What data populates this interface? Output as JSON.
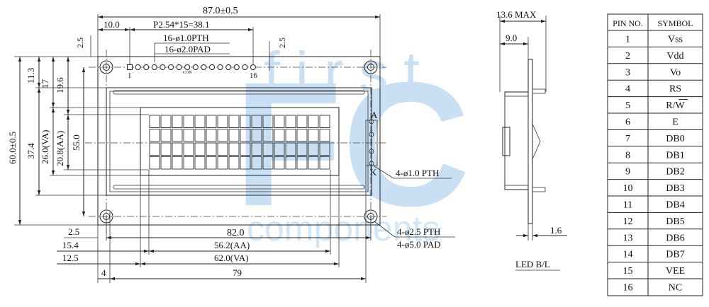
{
  "watermark": {
    "word_top": "first",
    "letters": "FC",
    "word_bottom": "components",
    "color": "#c9dff3"
  },
  "front_view": {
    "dims": {
      "overall_width": "87.0±0.5",
      "left_offset": "10.0",
      "pitch": "P2.54*15=38.1",
      "pth_holes": "16-ø1.0PTH",
      "pads": "16-ø2.0PAD",
      "top_margin_left": "2.5",
      "top_margin_right": "2.5",
      "height_113": "11.3",
      "height_17": "17",
      "height_196": "19.6",
      "overall_height": "60.0±0.5",
      "va_height_374": "37.4",
      "va_height": "26.0(VA)",
      "aa_height": "20.8(AA)",
      "bezel_height": "55.0",
      "bottom_25": "2.5",
      "hole_spacing": "82.0",
      "aa_offset": "15.4",
      "aa_width": "56.2(AA)",
      "va_offset": "12.5",
      "va_width": "62.0(VA)",
      "led_offset": "4",
      "led_span": "79"
    },
    "pins": {
      "first": "1",
      "last": "16",
      "connector": "CON"
    },
    "backlight": {
      "anode": "A",
      "cathode": "K",
      "pth": "4-ø1.0 PTH"
    },
    "mount_holes": {
      "pth": "4-ø2.5 PTH",
      "pad": "4-ø5.0 PAD"
    }
  },
  "side_view": {
    "max_thickness": "13.6 MAX",
    "depth": "9.0",
    "pcb_thickness": "1.6",
    "caption": "LED B/L"
  },
  "pin_table": {
    "headers": [
      "PIN NO.",
      "SYMBOL"
    ],
    "rows": [
      {
        "pin": "1",
        "symbol": "Vss"
      },
      {
        "pin": "2",
        "symbol": "Vdd"
      },
      {
        "pin": "3",
        "symbol": "Vo"
      },
      {
        "pin": "4",
        "symbol": "RS"
      },
      {
        "pin": "5",
        "symbol": "R/W"
      },
      {
        "pin": "6",
        "symbol": "E"
      },
      {
        "pin": "7",
        "symbol": "DB0"
      },
      {
        "pin": "8",
        "symbol": "DB1"
      },
      {
        "pin": "9",
        "symbol": "DB2"
      },
      {
        "pin": "10",
        "symbol": "DB3"
      },
      {
        "pin": "11",
        "symbol": "DB4"
      },
      {
        "pin": "12",
        "symbol": "DB5"
      },
      {
        "pin": "13",
        "symbol": "DB6"
      },
      {
        "pin": "14",
        "symbol": "DB7"
      },
      {
        "pin": "15",
        "symbol": "VEE"
      },
      {
        "pin": "16",
        "symbol": "NC"
      }
    ]
  }
}
